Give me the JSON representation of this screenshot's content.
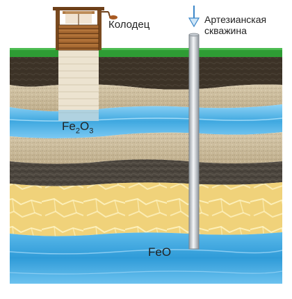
{
  "labels": {
    "well": "Колодец",
    "artesian_line1": "Артезианская",
    "artesian_line2": "скважина",
    "fe2o3_base": "Fe",
    "fe2o3_sub1": "2",
    "fe2o3_mid": "O",
    "fe2o3_sub2": "3",
    "feo": "FeO"
  },
  "colors": {
    "grass": "#2e9c34",
    "topsoil": "#3d3327",
    "sand": "#c8b89a",
    "water": "#3fa8e0",
    "clay": "#4d473f",
    "sandstone": "#f0d27a",
    "well_wood": "#a86a32",
    "pipe": "#d9dde2"
  },
  "icons": {
    "arrow": "down-arrow-icon",
    "crank": "well-crank-icon"
  }
}
